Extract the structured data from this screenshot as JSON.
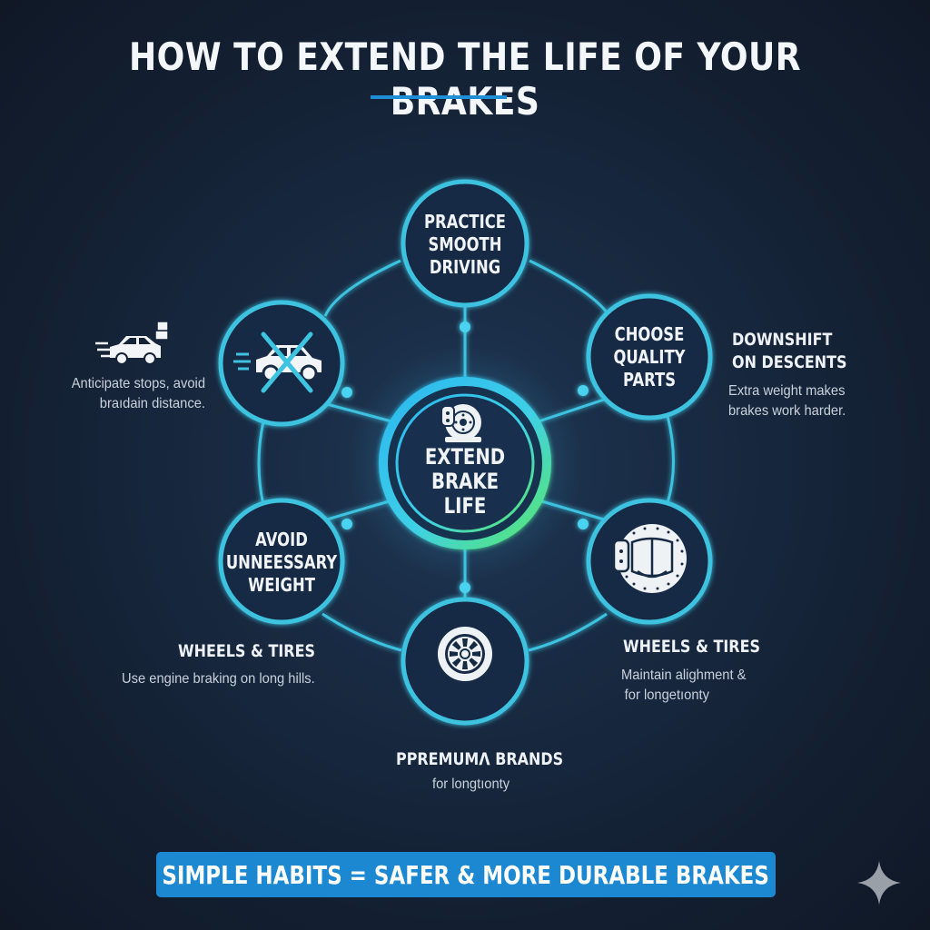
{
  "header": {
    "title": "HOW TO EXTEND THE LIFE OF YOUR BRAKES"
  },
  "center_node": {
    "icon": "brake-disc-icon",
    "lines": [
      "EXTEND",
      "BRAKE",
      "LIFE"
    ]
  },
  "nodes": [
    {
      "id": "top",
      "lines": [
        "PRACTICE",
        "SMOOTH",
        "DRIVING"
      ]
    },
    {
      "id": "top-left",
      "icon": "crossed-out-car-icon"
    },
    {
      "id": "top-right",
      "lines": [
        "CHOOSE",
        "QUALITY",
        "PARTS"
      ]
    },
    {
      "id": "bottom-left",
      "lines": [
        "AVOID",
        "UNNEESSARY",
        "WEIGHT"
      ]
    },
    {
      "id": "bottom-right",
      "icon": "brake-pad-rotor-icon"
    },
    {
      "id": "bottom",
      "icon": "wheel-icon"
    }
  ],
  "side_notes": {
    "left_top": {
      "icon": "loaded-car-icon",
      "desc_lines": [
        "Anticipate stops, avoid",
        "braıdain distance."
      ]
    },
    "right_top": {
      "title_lines": [
        "DOWNSHIFT",
        "ON DESCENTS"
      ],
      "desc_lines": [
        "Extra weight makes",
        "brakes work harder."
      ]
    },
    "left_bottom": {
      "title": "WHEELS & TIRES",
      "desc": "Use engine braking on long hills."
    },
    "right_bottom": {
      "title": "WHEELS & TIRES",
      "desc_lines": [
        "Maintain alighment &",
        "for longetıonty"
      ]
    },
    "bottom": {
      "title": "PPREMUMΛ BRANDS",
      "desc": "for longtıonty"
    }
  },
  "footer": {
    "banner": "SIMPLE HABITS = SAFER & MORE DURABLE BRAKES"
  },
  "colors": {
    "background": "#152238",
    "ring": "#3ec3e0",
    "accent_green": "#4be07a",
    "banner": "#1c88d2",
    "underline": "#1e8fd6"
  }
}
